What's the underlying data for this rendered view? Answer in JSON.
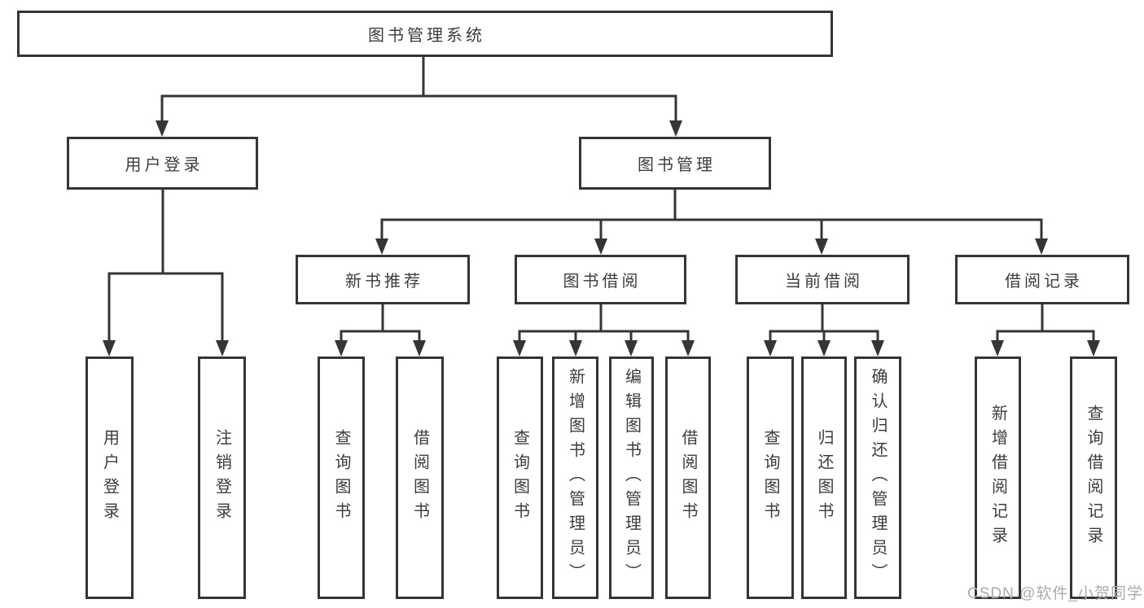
{
  "title": {
    "label": "图书管理系统"
  },
  "branches": [
    {
      "label": "用户登录",
      "children": [
        {
          "label": "用户登录"
        },
        {
          "label": "注销登录"
        }
      ]
    },
    {
      "label": "图书管理",
      "sections": [
        {
          "label": "新书推荐",
          "children": [
            {
              "label": "查询图书"
            },
            {
              "label": "借阅图书"
            }
          ]
        },
        {
          "label": "图书借阅",
          "children": [
            {
              "label": "查询图书"
            },
            {
              "label": "新增图书（管理员）"
            },
            {
              "label": "编辑图书（管理员）"
            },
            {
              "label": "借阅图书"
            }
          ]
        },
        {
          "label": "当前借阅",
          "children": [
            {
              "label": "查询图书"
            },
            {
              "label": "归还图书"
            },
            {
              "label": "确认归还（管理员）"
            }
          ]
        },
        {
          "label": "借阅记录",
          "children": [
            {
              "label": "新增借阅记录"
            },
            {
              "label": "查询借阅记录"
            }
          ]
        }
      ]
    }
  ],
  "watermark": {
    "text": "CSDN @软件_小贺同学"
  },
  "colors": {
    "line": "#353535",
    "text": "#3c3c3c",
    "watermark": "#ababab",
    "background": "#ffffff"
  }
}
